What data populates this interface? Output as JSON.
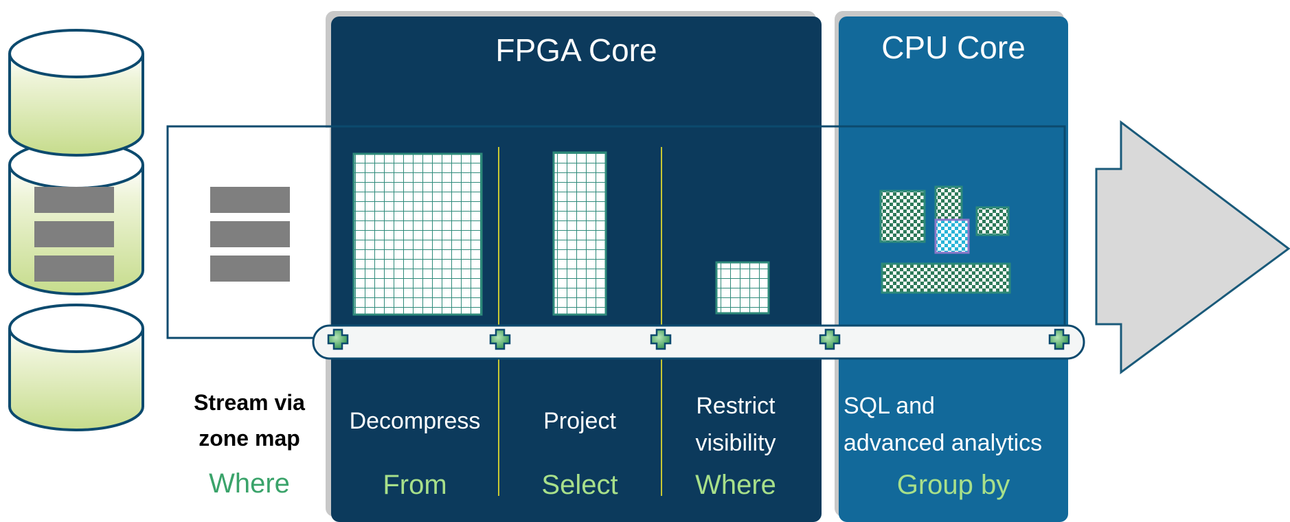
{
  "panels": {
    "fpga_title": "FPGA Core",
    "cpu_title": "CPU Core"
  },
  "stream": {
    "label_line1": "Stream via",
    "label_line2": "zone map",
    "clause": "Where"
  },
  "steps": [
    {
      "label": "Decompress",
      "clause": "From"
    },
    {
      "label": "Project",
      "clause": "Select"
    },
    {
      "label_line1": "Restrict",
      "label_line2": "visibility",
      "clause": "Where"
    }
  ],
  "cpu_step": {
    "label_line1": "SQL and",
    "label_line2": "advanced analytics",
    "clause": "Group by"
  },
  "colors": {
    "fpga_panel": "#0c3a5c",
    "cpu_panel": "#12699a",
    "clause_green": "#a8e08a",
    "stream_green": "#3aa36a",
    "db_fill": "#d6e6a8",
    "divider": "#c8c832"
  },
  "icons": [
    "database-cylinder-icon",
    "data-blocks-icon",
    "grid-table-icon",
    "plus-connector-icon",
    "output-arrow-icon"
  ]
}
